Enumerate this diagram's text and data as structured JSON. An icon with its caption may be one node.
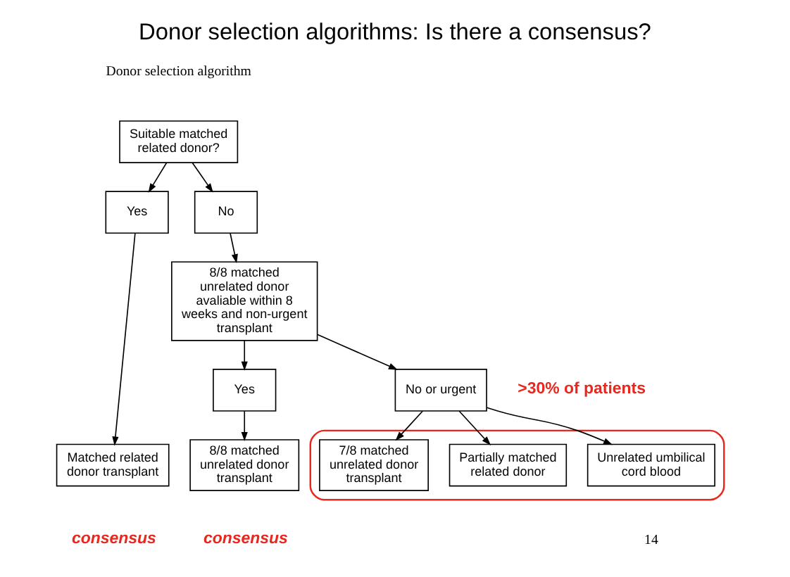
{
  "diagram": {
    "title": "Donor selection algorithms: Is there a consensus?",
    "nodes": [
      {
        "text": [
          "Suitable matched related donor?"
        ]
      },
      {
        "text": [
          "Yes"
        ]
      },
      {
        "text": [
          "No"
        ]
      },
      {
        "text": [
          "8/8 matched unrelated donor avaliable within 8 weeks and non-urgent transplant"
        ]
      },
      {
        "text": [
          "Yes"
        ]
      },
      {
        "text": [
          "No or urgent"
        ],
        "beside": [
          ">30% of patients"
        ]
      },
      {
        "text": [
          "Matched related donor transplant"
        ],
        "beside": [
          "consensus"
        ]
      },
      {
        "text": [
          "8/8 matched unrelated donor transplant"
        ],
        "beside": [
          "consensus"
        ]
      },
      {
        "text": [],
        "shape": "ellipse"
      },
      {
        "text": [
          "7/8 matched unrelated donor transplant"
        ],
        "in": 8
      },
      {
        "text": [
          "Partially matched related donor"
        ],
        "in": 8
      },
      {
        "text": [
          "Unrelated umbilical cord blood"
        ],
        "in": 8
      }
    ],
    "edges": [
      {
        "from": 0,
        "to": 1,
        "arrow": "to"
      },
      {
        "from": 0,
        "to": 2,
        "arrow": "to"
      },
      {
        "from": 1,
        "to": 6,
        "arrow": "to"
      },
      {
        "from": 2,
        "to": 3,
        "arrow": "to"
      },
      {
        "from": 3,
        "to": 4,
        "arrow": "to"
      },
      {
        "from": 3,
        "to": 5,
        "arrow": "to"
      },
      {
        "from": 4,
        "to": 7,
        "arrow": "to"
      },
      {
        "from": 5,
        "to": 9,
        "arrow": "to"
      },
      {
        "from": 5,
        "to": 10,
        "arrow": "to"
      },
      {
        "from": 5,
        "to": 11,
        "arrow": "to"
      }
    ],
    "labels": [
      "Donor selection algorithm",
      "14"
    ]
  }
}
